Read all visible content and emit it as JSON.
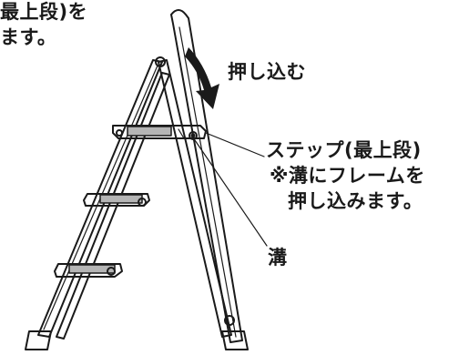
{
  "instruction": {
    "line1": "最上段)を",
    "line2": "ます。"
  },
  "arrow_label": "押し込む",
  "callouts": {
    "step_title": "ステップ(最上段)",
    "note_line1": "※溝にフレームを",
    "note_line2": "押し込みます。",
    "groove": "溝"
  }
}
